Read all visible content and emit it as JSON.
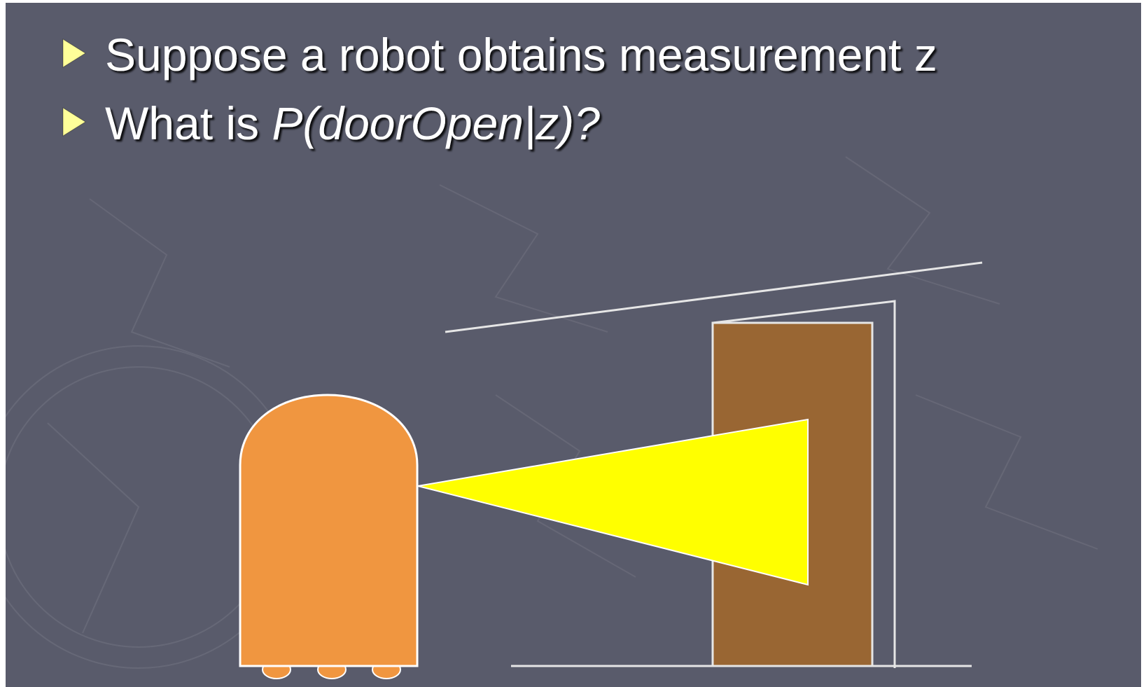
{
  "slide": {
    "bullets": [
      {
        "marker": "►",
        "text": "Suppose a robot obtains measurement z"
      },
      {
        "marker": "►",
        "prefix": "What is ",
        "emphasis": "P(doorOpen|z)?"
      }
    ]
  },
  "diagram": {
    "elements": [
      "robot",
      "sensor-beam",
      "door",
      "door-frame",
      "floor-line",
      "ceiling-line"
    ]
  },
  "colors": {
    "background": "#595b6b",
    "text": "#ffffff",
    "bullet_marker": "#ffff99",
    "robot": "#f09640",
    "beam": "#ffff00",
    "door": "#996633",
    "lines": "#e6e6e6"
  }
}
